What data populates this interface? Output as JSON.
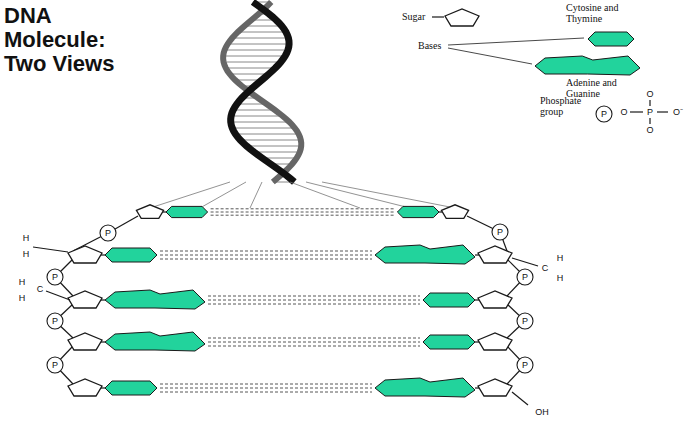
{
  "diagram": {
    "title": "DNA Molecule: Two Views",
    "labels": [
      "O",
      "O",
      "P",
      "O⁻",
      "O",
      "P",
      "P",
      "P",
      "P",
      "P",
      "P",
      "P",
      "P",
      "P",
      "H",
      "H",
      "H",
      "C",
      "H",
      "C",
      "H",
      "H",
      "OH"
    ],
    "legend": [
      {
        "text": "Sugar"
      },
      {
        "text": "Cytosine and Thymine"
      },
      {
        "text": "Bases"
      },
      {
        "text": "Adenine and Guanine"
      },
      {
        "text": "Phosphate group"
      }
    ]
  }
}
